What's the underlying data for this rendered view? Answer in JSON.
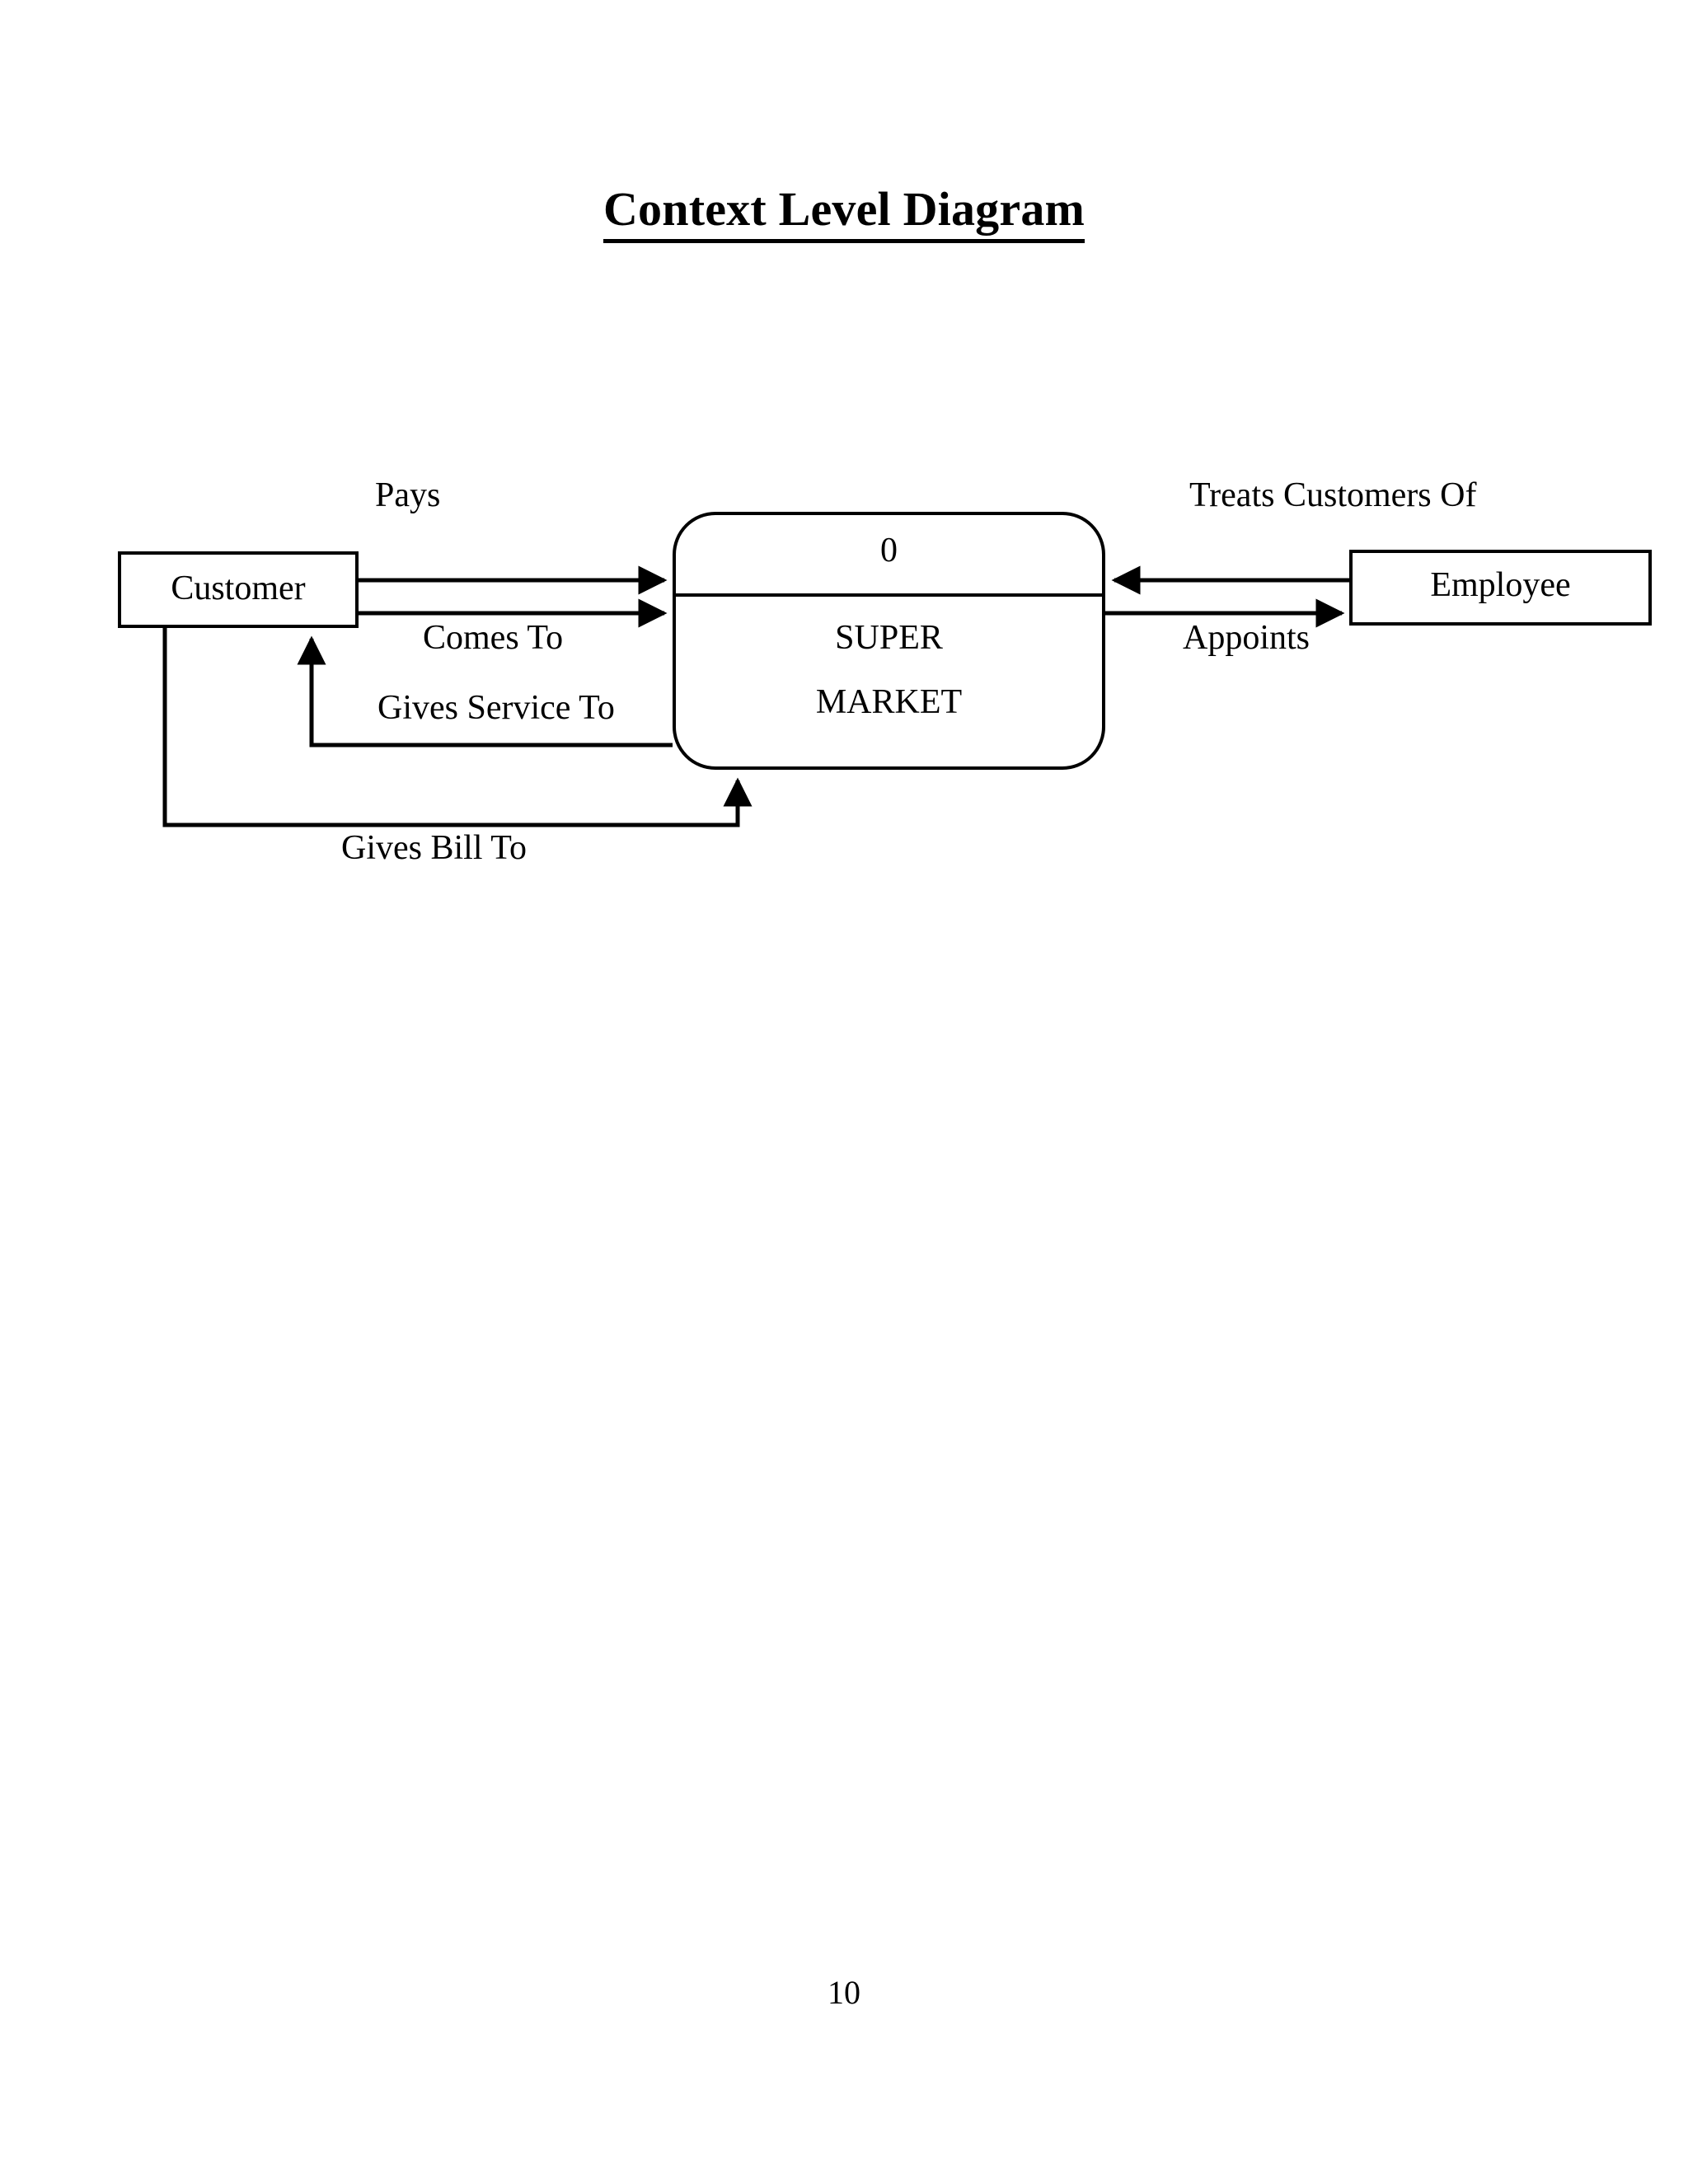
{
  "document": {
    "title": "Context Level Diagram",
    "page_number": "10"
  },
  "diagram": {
    "type": "context-level-data-flow-diagram",
    "process": {
      "id": "0",
      "name_line_1": "SUPER",
      "name_line_2": "MARKET"
    },
    "entities": [
      {
        "key": "customer",
        "label": "Customer"
      },
      {
        "key": "employee",
        "label": "Employee"
      }
    ],
    "flows": [
      {
        "key": "pays",
        "label": "Pays",
        "from": "Customer",
        "to": "SUPER MARKET",
        "direction": "right"
      },
      {
        "key": "comes_to",
        "label": "Comes To",
        "from": "Customer",
        "to": "SUPER MARKET",
        "direction": "right"
      },
      {
        "key": "gives_service_to",
        "label": "Gives Service To",
        "from": "SUPER MARKET",
        "to": "Customer",
        "direction": "left-up"
      },
      {
        "key": "gives_bill_to",
        "label": "Gives Bill To",
        "from": "Customer",
        "to": "SUPER MARKET",
        "direction": "down-right-up"
      },
      {
        "key": "treats_customers",
        "label": "Treats Customers Of",
        "from": "Employee",
        "to": "SUPER MARKET",
        "direction": "left"
      },
      {
        "key": "appoints",
        "label": "Appoints",
        "from": "SUPER MARKET",
        "to": "Employee",
        "direction": "right"
      }
    ]
  }
}
